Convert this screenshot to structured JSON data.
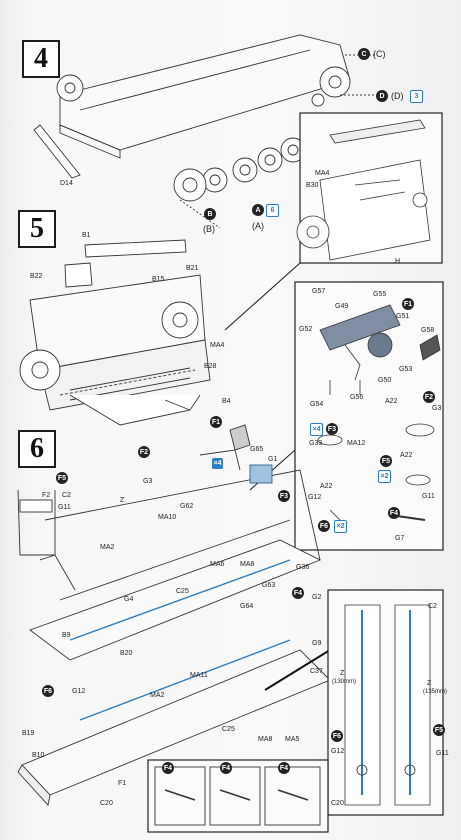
{
  "steps": {
    "s4": "4",
    "s5": "5",
    "s6": "6"
  },
  "step4": {
    "c": "C",
    "c_paren": "(C)",
    "d": "D",
    "d_paren": "(D)",
    "d_count": "3",
    "a": "A",
    "a_paren": "(A)",
    "a_count": "6",
    "b": "B",
    "b_paren": "(B)",
    "d14": "D14"
  },
  "step5": {
    "b1": "B1",
    "b21": "B21",
    "b22": "B22",
    "b15": "B15",
    "ma4": "MA4",
    "b28": "B28",
    "b4": "B4"
  },
  "inset_top": {
    "ma4": "MA4",
    "b30": "B30",
    "h": "H"
  },
  "inset_g": {
    "g57": "G57",
    "g55": "G55",
    "f1": "F1",
    "g49": "G49",
    "g51": "G51",
    "g52": "G52",
    "g58": "G58",
    "g53": "G53",
    "g50": "G50",
    "g54": "G54",
    "g56": "G56",
    "a22": "A22",
    "f2": "F2",
    "g3": "G3"
  },
  "step6": {
    "f1": "F1",
    "g65": "G65",
    "g1": "G1",
    "x4": "×4",
    "f2": "F2",
    "f5": "F5",
    "f2b": "F2",
    "c2": "C2",
    "g11": "G11",
    "z": "Z",
    "g3": "G3",
    "g62": "G62",
    "ma10": "MA10",
    "f3": "F3",
    "ma2": "MA2",
    "ma6": "MA6",
    "ma8": "MA8",
    "g4": "G4",
    "c25": "C25",
    "g36": "G36",
    "b9": "B9",
    "b20": "B20",
    "g63": "G63",
    "g64": "G64",
    "f4": "F4",
    "g2": "G2",
    "g9": "G9",
    "c37": "C37",
    "ma11": "MA11",
    "f6": "F6",
    "g12": "G12",
    "ma2b": "MA2",
    "c25b": "C25",
    "ma8b": "MA8",
    "ma5": "MA5",
    "b19": "B19",
    "b10": "B10",
    "f1b": "F1",
    "c20": "C20"
  },
  "inset_right": {
    "a22": "A22",
    "g33": "G33",
    "ma12": "MA12",
    "x4": "×4",
    "f3": "F3",
    "f5": "F5",
    "x2": "×2",
    "a22b": "A22",
    "g11": "G11",
    "g12": "G12",
    "f6": "F6",
    "x2b": "×2",
    "f4": "F4",
    "g7": "G7"
  },
  "rods": {
    "c2": "C2",
    "z1": "Z",
    "z1_len": "(130mm)",
    "z2": "Z",
    "z2_len": "(135mm)",
    "f6": "F6",
    "g12": "G12",
    "f5": "F5",
    "g11": "G11",
    "c20": "C20"
  },
  "bottom_insets": {
    "f4a": "F4",
    "f4b": "F4",
    "f4c": "F4"
  }
}
